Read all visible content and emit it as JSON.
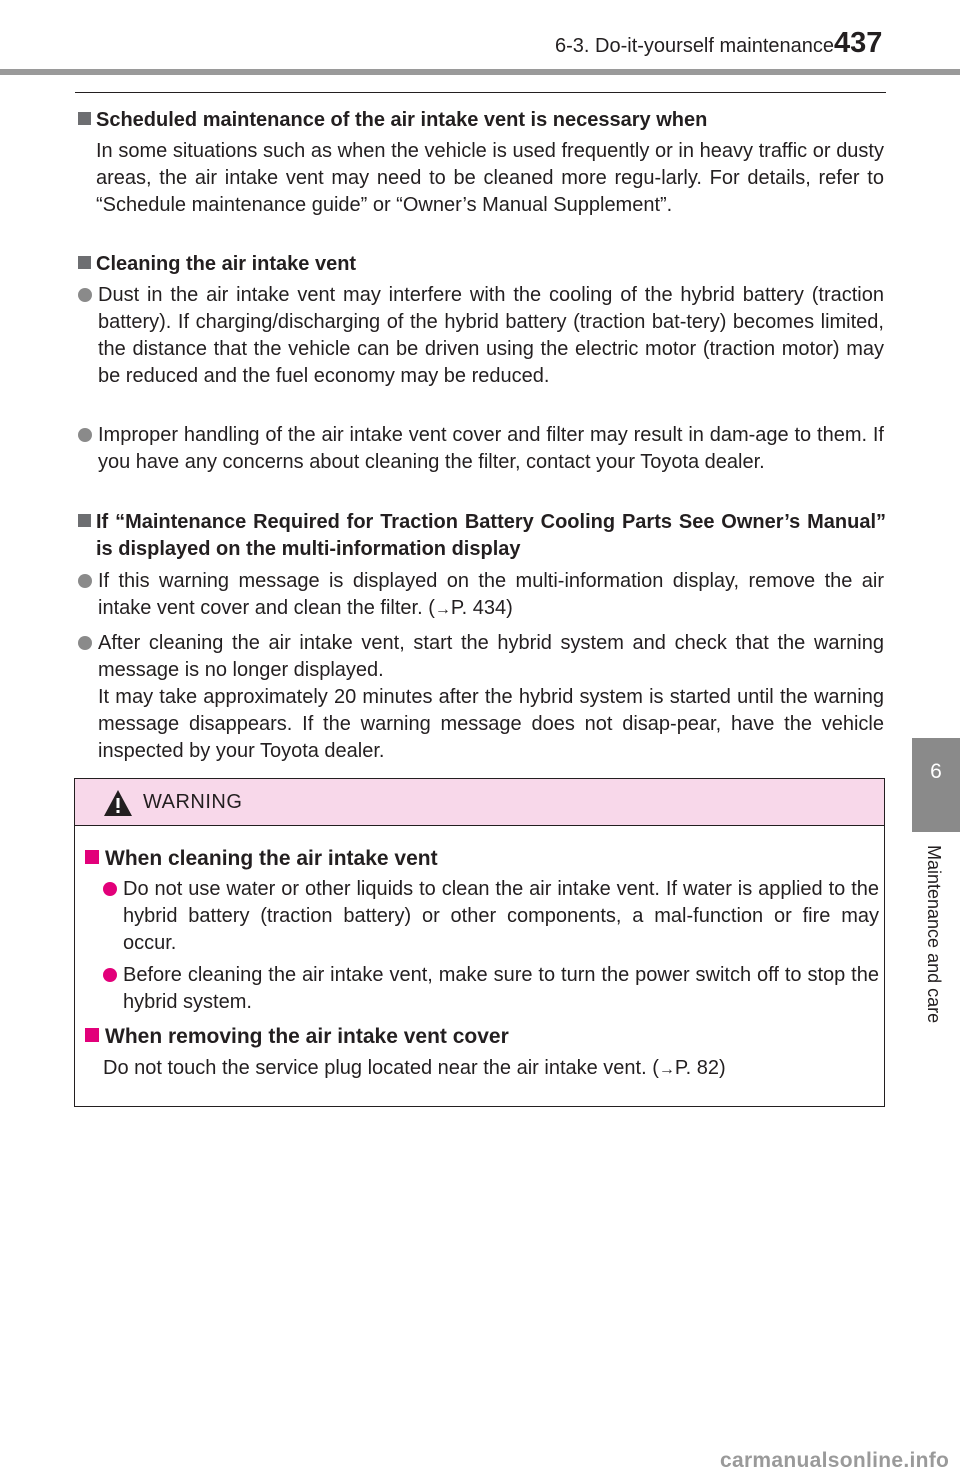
{
  "header": {
    "section_title": "6-3. Do-it-yourself maintenance",
    "page_number": "437"
  },
  "side_tab": {
    "chapter_number": "6",
    "chapter_label": "Maintenance and care"
  },
  "sections": {
    "scheduled": {
      "heading": "Scheduled maintenance of the air intake vent is necessary when",
      "text": "In some situations such as when the vehicle is used frequently or in heavy traffic or dusty areas, the air intake vent may need to be cleaned more regu-larly. For details, refer to “Schedule maintenance guide” or “Owner’s Manual Supplement”."
    },
    "cleaning": {
      "heading": "Cleaning the air intake vent",
      "bullet_1": "Dust in the air intake vent may interfere with the cooling of the hybrid battery (traction battery). If charging/discharging of the hybrid battery (traction bat-tery) becomes limited, the distance that the vehicle can be driven using the electric motor (traction motor) may be reduced and the fuel economy may be reduced.",
      "bullet_2": "Improper handling of the air intake vent cover and filter may result in dam-age to them. If you have any concerns about cleaning the filter, contact your Toyota dealer."
    },
    "message": {
      "heading": "If “Maintenance Required for Traction Battery Cooling Parts See Owner’s Manual” is displayed on the multi-information display",
      "bullet_1_text": "If this warning message is displayed on the multi-information display, remove the air intake vent cover and clean the filter. (",
      "bullet_1_ref": "P. 434)",
      "bullet_2": "After cleaning the air intake vent, start the hybrid system and check that the warning message is no longer displayed.",
      "bullet_2_extra": "It may take approximately 20 minutes after the hybrid system is started until the warning message disappears. If the warning message does not disap-pear, have the vehicle inspected by your Toyota dealer."
    }
  },
  "warning": {
    "label": "WARNING",
    "heading_1": "When cleaning the air intake vent",
    "bullet_1": "Do not use water or other liquids to clean the air intake vent. If water is applied to the hybrid battery (traction battery) or other components, a mal-function or fire may occur.",
    "bullet_2": "Before cleaning the air intake vent, make sure to turn the power switch off to stop the hybrid system.",
    "heading_2": "When removing the air intake vent cover",
    "text_2": "Do not touch the service plug located near the air intake vent. (",
    "text_2_ref": "P. 82)"
  },
  "footer": {
    "watermark": "carmanualsonline.info"
  },
  "colors": {
    "warning_header_bg": "#f8d8ea",
    "warning_accent": "#e2007a",
    "gray_tab": "#8a8a8a"
  }
}
